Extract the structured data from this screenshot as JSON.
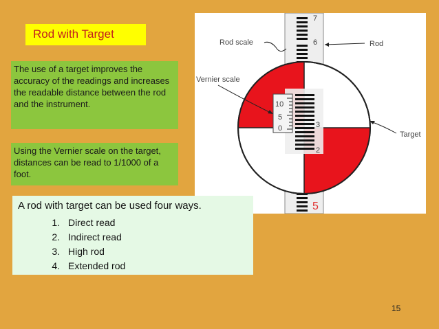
{
  "slide": {
    "title": "Rod with Target",
    "paragraph1": "The use of a target improves the accuracy of the readings and increases the readable distance between the rod and the instrument.",
    "paragraph2": "Using the Vernier scale on the target, distances can be read to 1/1000 of a foot.",
    "list_intro": "A rod with target can be used four ways.",
    "list": [
      {
        "num": "1.",
        "text": "Direct read"
      },
      {
        "num": "2.",
        "text": "Indirect read"
      },
      {
        "num": "3.",
        "text": "High rod"
      },
      {
        "num": "4.",
        "text": "Extended rod"
      }
    ],
    "page_number": "15"
  },
  "figure": {
    "labels": {
      "rod_scale": "Rod scale",
      "rod": "Rod",
      "vernier_scale": "Vernier scale",
      "target": "Target"
    },
    "rod_numbers": {
      "n7": "7",
      "n6": "6",
      "n3": "3",
      "n2": "2",
      "n5": "5"
    },
    "vernier_numbers": {
      "v10": "10",
      "v5": "5",
      "v0": "0"
    },
    "colors": {
      "target_red": "#e8141c",
      "rod_face": "#eeeeee",
      "numeral_red": "#e03030"
    }
  }
}
